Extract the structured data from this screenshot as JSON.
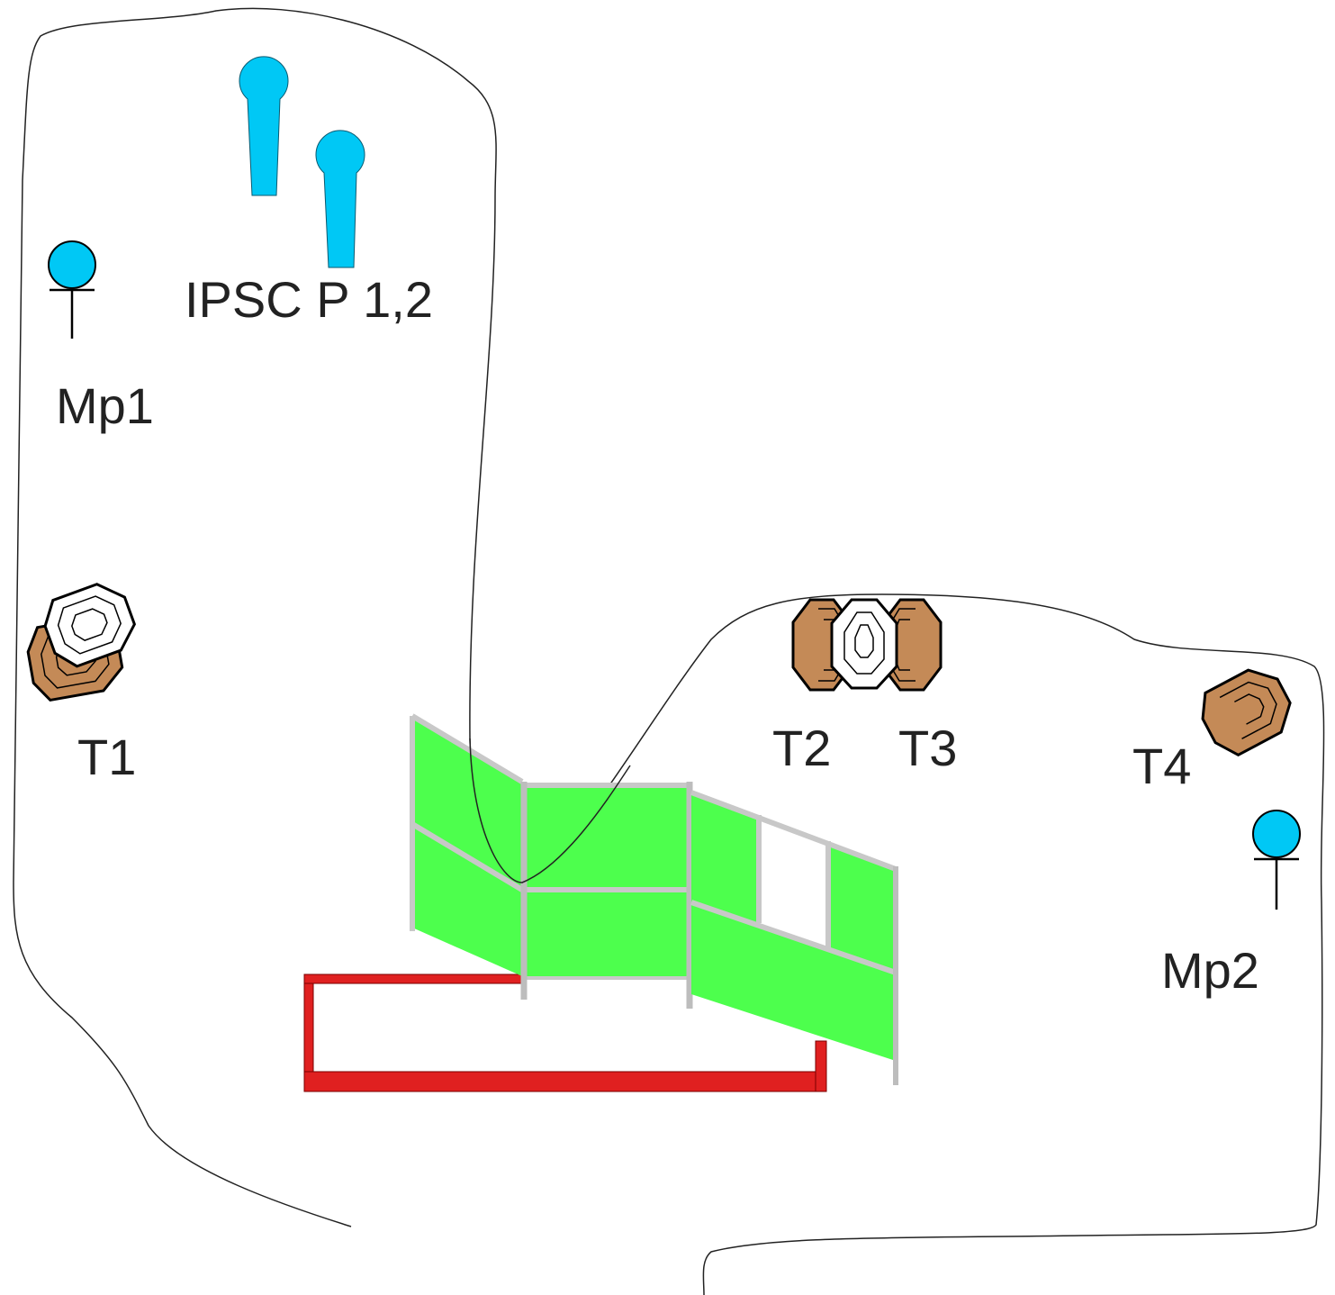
{
  "colors": {
    "popper_fill": "#00c8f5",
    "target_tan": "#c48a57",
    "panel_green": "#4dff4d",
    "frame_grey": "#d0d0d0",
    "fault_line_red": "#e02020"
  },
  "labels": {
    "poppers": "IPSC P 1,2",
    "mini_popper_1": "Mp1",
    "mini_popper_2": "Mp2",
    "target_1": "T1",
    "target_2": "T2",
    "target_3": "T3",
    "target_4": "T4"
  },
  "icons": {
    "popper": "popper-icon",
    "mini_popper": "mini-popper-icon",
    "paper_target": "ipsc-paper-target-icon",
    "no_shoot": "no-shoot-target-icon",
    "wall": "barricade-wall-icon",
    "fault_line": "shooting-box-fault-line"
  }
}
